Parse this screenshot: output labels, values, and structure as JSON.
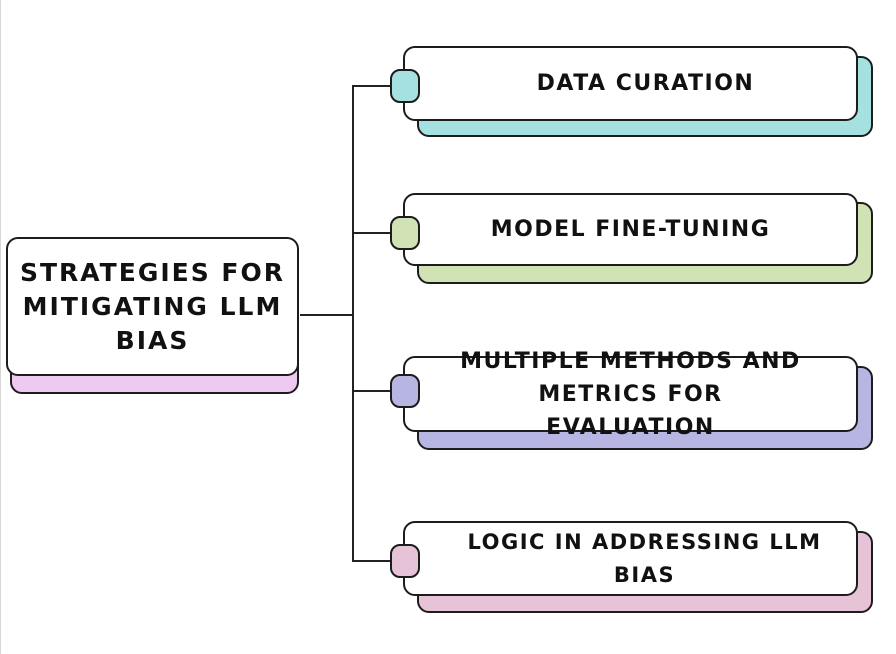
{
  "central": {
    "label": "STRATEGIES FOR MITIGATING LLM BIAS",
    "color": "#eecaf0"
  },
  "branches": [
    {
      "label": "DATA CURATION",
      "color": "#a6e1e2"
    },
    {
      "label": "MODEL FINE-TUNING",
      "color": "#d1e3b4"
    },
    {
      "label": "MULTIPLE METHODS AND METRICS FOR EVALUATION",
      "color": "#b7b6e3"
    },
    {
      "label": "LOGIC IN ADDRESSING LLM BIAS",
      "color": "#e6c3d6"
    }
  ]
}
